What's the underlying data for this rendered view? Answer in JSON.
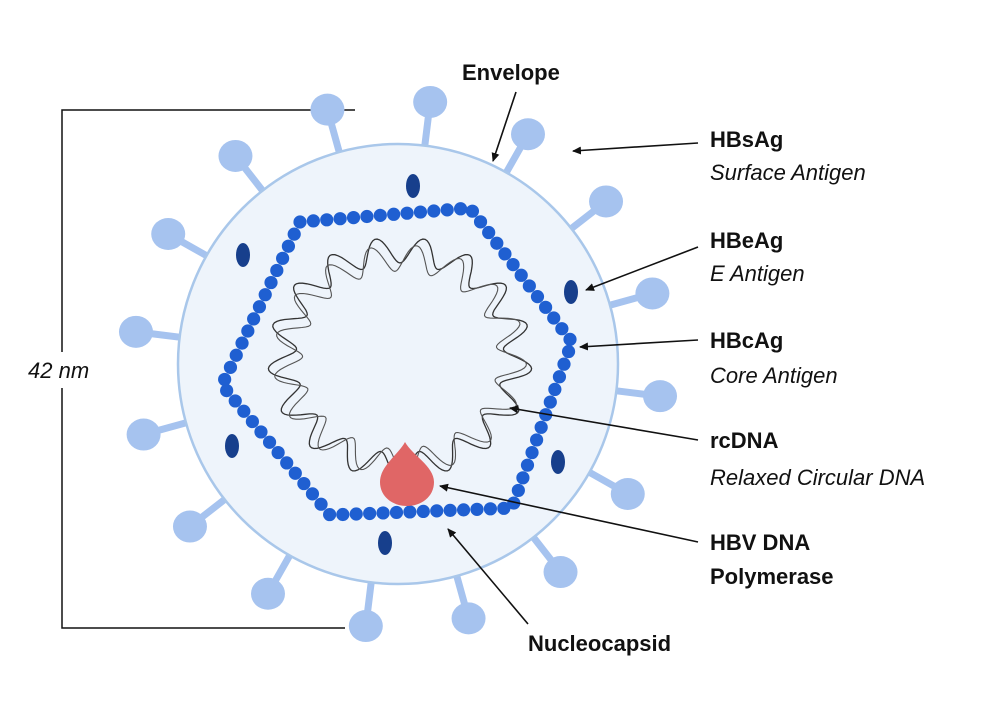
{
  "labels": {
    "envelope": "Envelope",
    "hbsag": "HBsAg",
    "hbsag_desc": "Surface Antigen",
    "hbeag": "HBeAg",
    "hbeag_desc": "E Antigen",
    "hbcag": "HBcAg",
    "hbcag_desc": "Core Antigen",
    "rcdna": "rcDNA",
    "rcdna_desc": "Relaxed Circular DNA",
    "polymerase_line1": "HBV DNA",
    "polymerase_line2": "Polymerase",
    "nucleocapsid": "Nucleocapsid",
    "size": "42 nm"
  },
  "colors": {
    "envelope_fill": "#eef4fb",
    "envelope_stroke": "#a9c7ea",
    "spike": "#a6c3ef",
    "capsid_bead": "#1f5fd1",
    "e_antigen": "#173f8c",
    "polymerase": "#e06666",
    "dna": "#333333",
    "arrow": "#111111"
  }
}
